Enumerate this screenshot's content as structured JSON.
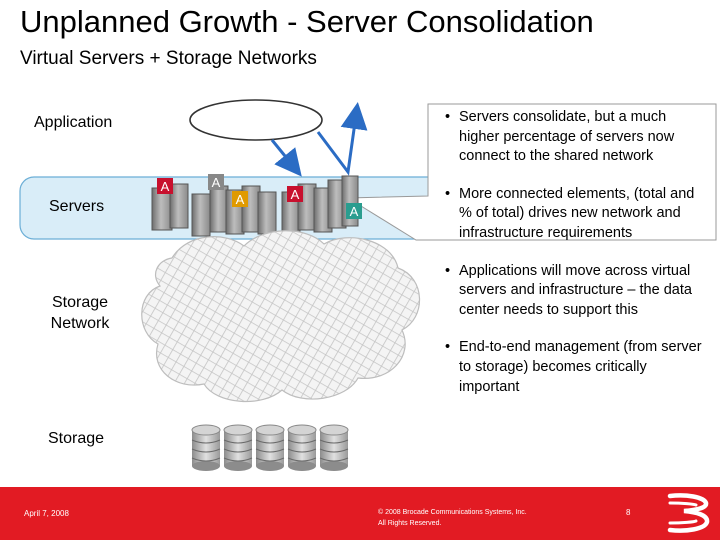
{
  "slide": {
    "title": "Unplanned Growth -  Server Consolidation",
    "subtitle": "Virtual Servers + Storage Networks"
  },
  "diagram": {
    "labels": {
      "application": "Application",
      "servers": "Servers",
      "storage_network": "Storage Network",
      "storage": "Storage"
    },
    "app_badge": "A",
    "colors": {
      "accent_red": "#e21b23",
      "band_blue": "#d9edf8",
      "band_border": "#6baed6",
      "arrow_blue": "#2b6cc4"
    }
  },
  "bullets": [
    "Servers consolidate, but a much higher percentage of servers now connect to the shared network",
    "More connected elements, (total and % of total) drives new network and infrastructure requirements",
    "Applications will move across virtual servers and infrastructure – the data center needs to support this",
    "End-to-end management (from server to storage) becomes critically important"
  ],
  "footer": {
    "date": "April 7, 2008",
    "copyright_line1": "© 2008 Brocade Communications Systems, Inc.",
    "copyright_line2": "All Rights Reserved.",
    "page": "8",
    "logo_icon": "brocade-logo-icon"
  }
}
